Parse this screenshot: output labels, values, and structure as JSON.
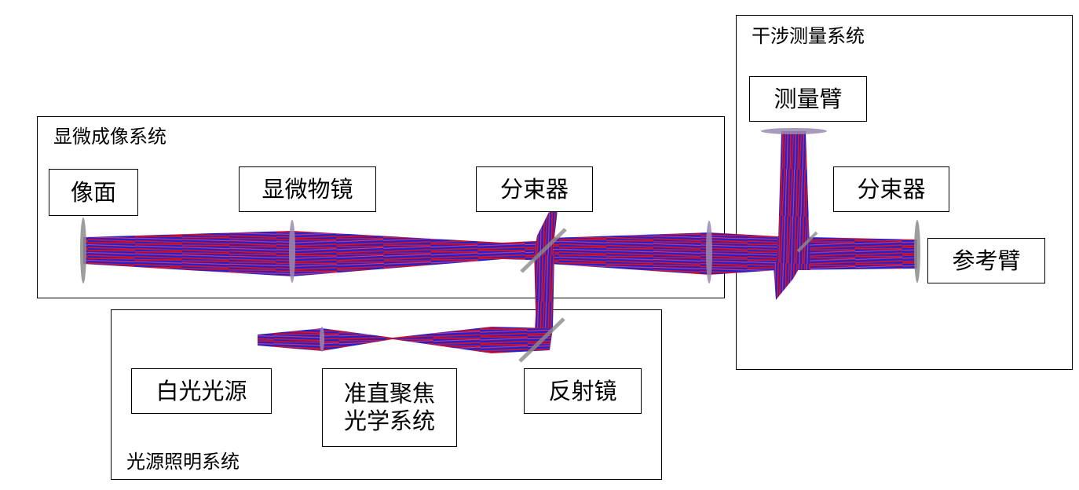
{
  "groups": {
    "interferometry": {
      "title": "干涉测量系统"
    },
    "microscopy": {
      "title": "显微成像系统"
    },
    "illumination": {
      "title": "光源照明系统"
    }
  },
  "labels": {
    "measurement_arm": "测量臂",
    "beam_splitter_right": "分束器",
    "reference_arm": "参考臂",
    "image_plane": "像面",
    "microscope_objective": "显微物镜",
    "beam_splitter_left": "分束器",
    "white_light_source": "白光光源",
    "collimation_line1": "准直聚焦",
    "collimation_line2": "光学系统",
    "mirror": "反射镜"
  },
  "colors": {
    "beam_red": "#ee1111",
    "beam_blue": "#2222cc",
    "optic_gray": "#8c8c8c",
    "optic_purple": "#9a8ab0"
  }
}
